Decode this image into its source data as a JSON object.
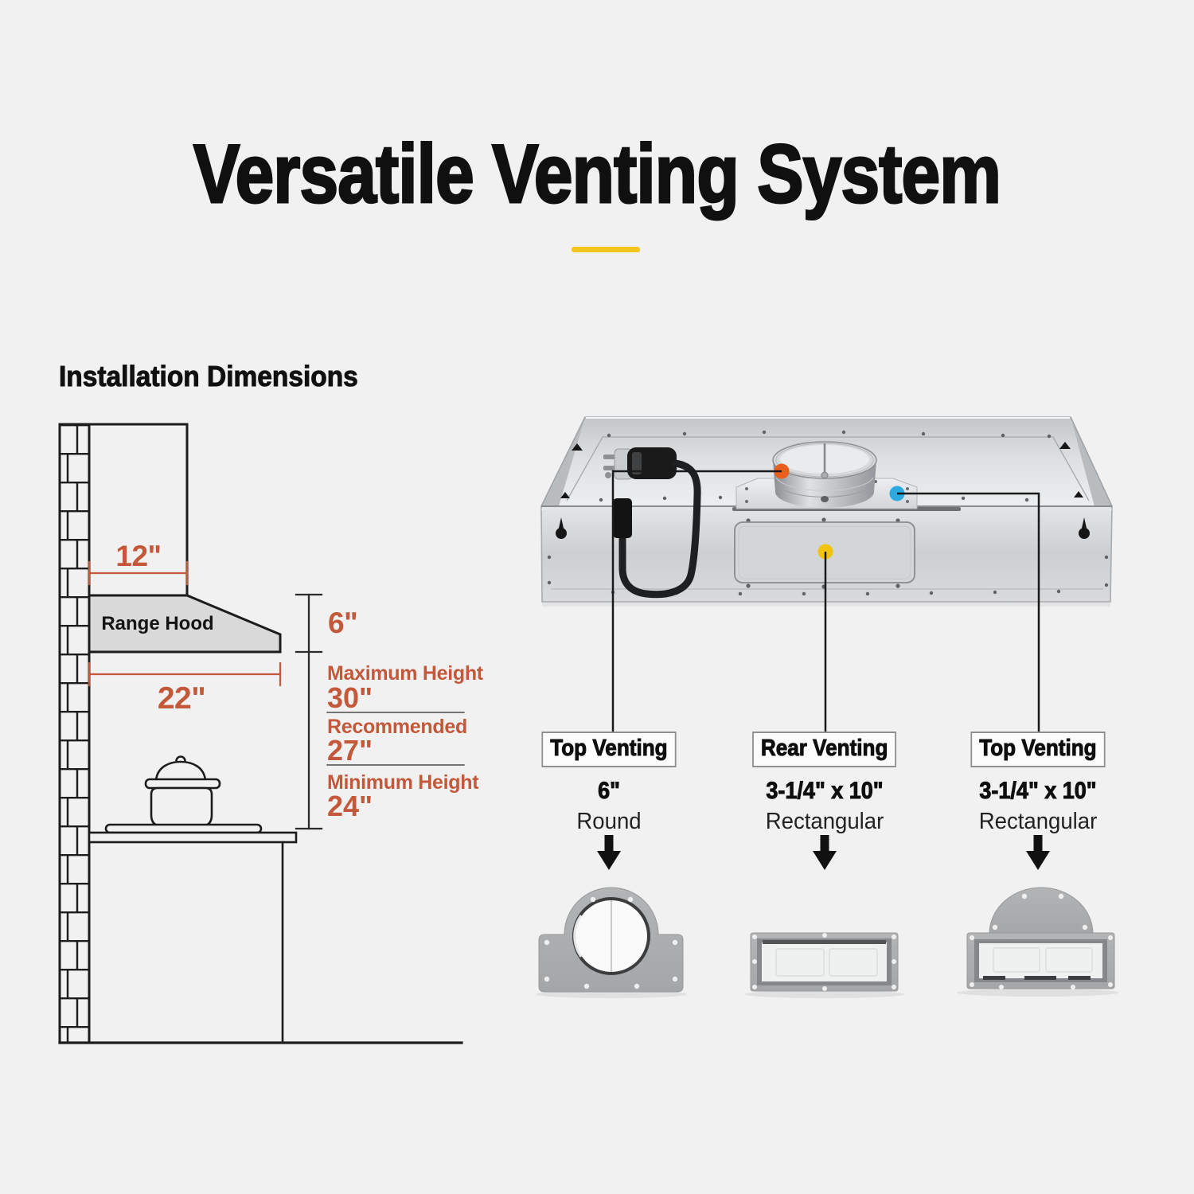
{
  "title": "Versatile Venting System",
  "installation": {
    "heading": "Installation Dimensions",
    "hood_label": "Range Hood",
    "dims": {
      "cabinet_depth": "12\"",
      "hood_width": "22\"",
      "hood_height": "6\""
    },
    "heights": [
      {
        "label": "Maximum Height",
        "value": "30\""
      },
      {
        "label": "Recommended",
        "value": "27\""
      },
      {
        "label": "Minimum Height",
        "value": "24\""
      }
    ]
  },
  "venting": {
    "options": [
      {
        "badge": "Top Venting",
        "size": "6\"",
        "shape": "Round",
        "marker_color": "#E8611C"
      },
      {
        "badge": "Rear Venting",
        "size": "3-1/4\" x 10\"",
        "shape": "Rectangular",
        "marker_color": "#F2C40E"
      },
      {
        "badge": "Top Venting",
        "size": "3-1/4\" x 10\"",
        "shape": "Rectangular",
        "marker_color": "#2BA9E0"
      }
    ]
  },
  "colors": {
    "background": "#F1F1F2",
    "accent_yellow": "#F5C41D",
    "dimension_red": "#C3583A",
    "ink": "#131313",
    "hood_fill": "#D9D9D9"
  }
}
